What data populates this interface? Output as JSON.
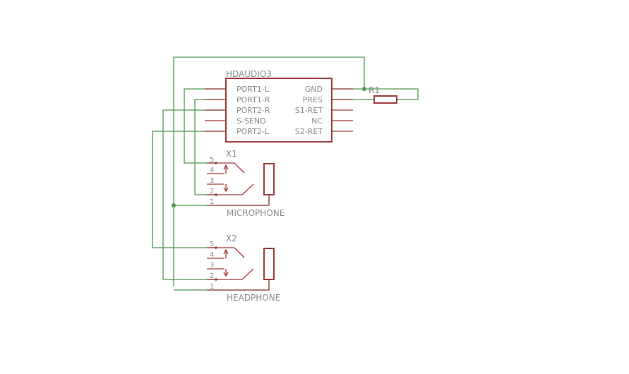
{
  "colors": {
    "background": "#ffffff",
    "wire": "#4e9a4e",
    "symbol": "#a03c3c",
    "text": "#8c8c8c"
  },
  "hdaudio": {
    "name": "HDAUDIO3",
    "left_pins": [
      "PORT1-L",
      "PORT1-R",
      "PORT2-R",
      "S-SEND",
      "PORT2-L"
    ],
    "right_pins": [
      "GND",
      "PRES",
      "S1-RET",
      "NC",
      "S2-RET"
    ]
  },
  "r1": {
    "name": "R1"
  },
  "x1": {
    "name": "X1",
    "value": "MICROPHONE",
    "pins": [
      "5",
      "4",
      "3",
      "2",
      "1"
    ]
  },
  "x2": {
    "name": "X2",
    "value": "HEADPHONE",
    "pins": [
      "5",
      "4",
      "3",
      "2",
      "1"
    ]
  }
}
